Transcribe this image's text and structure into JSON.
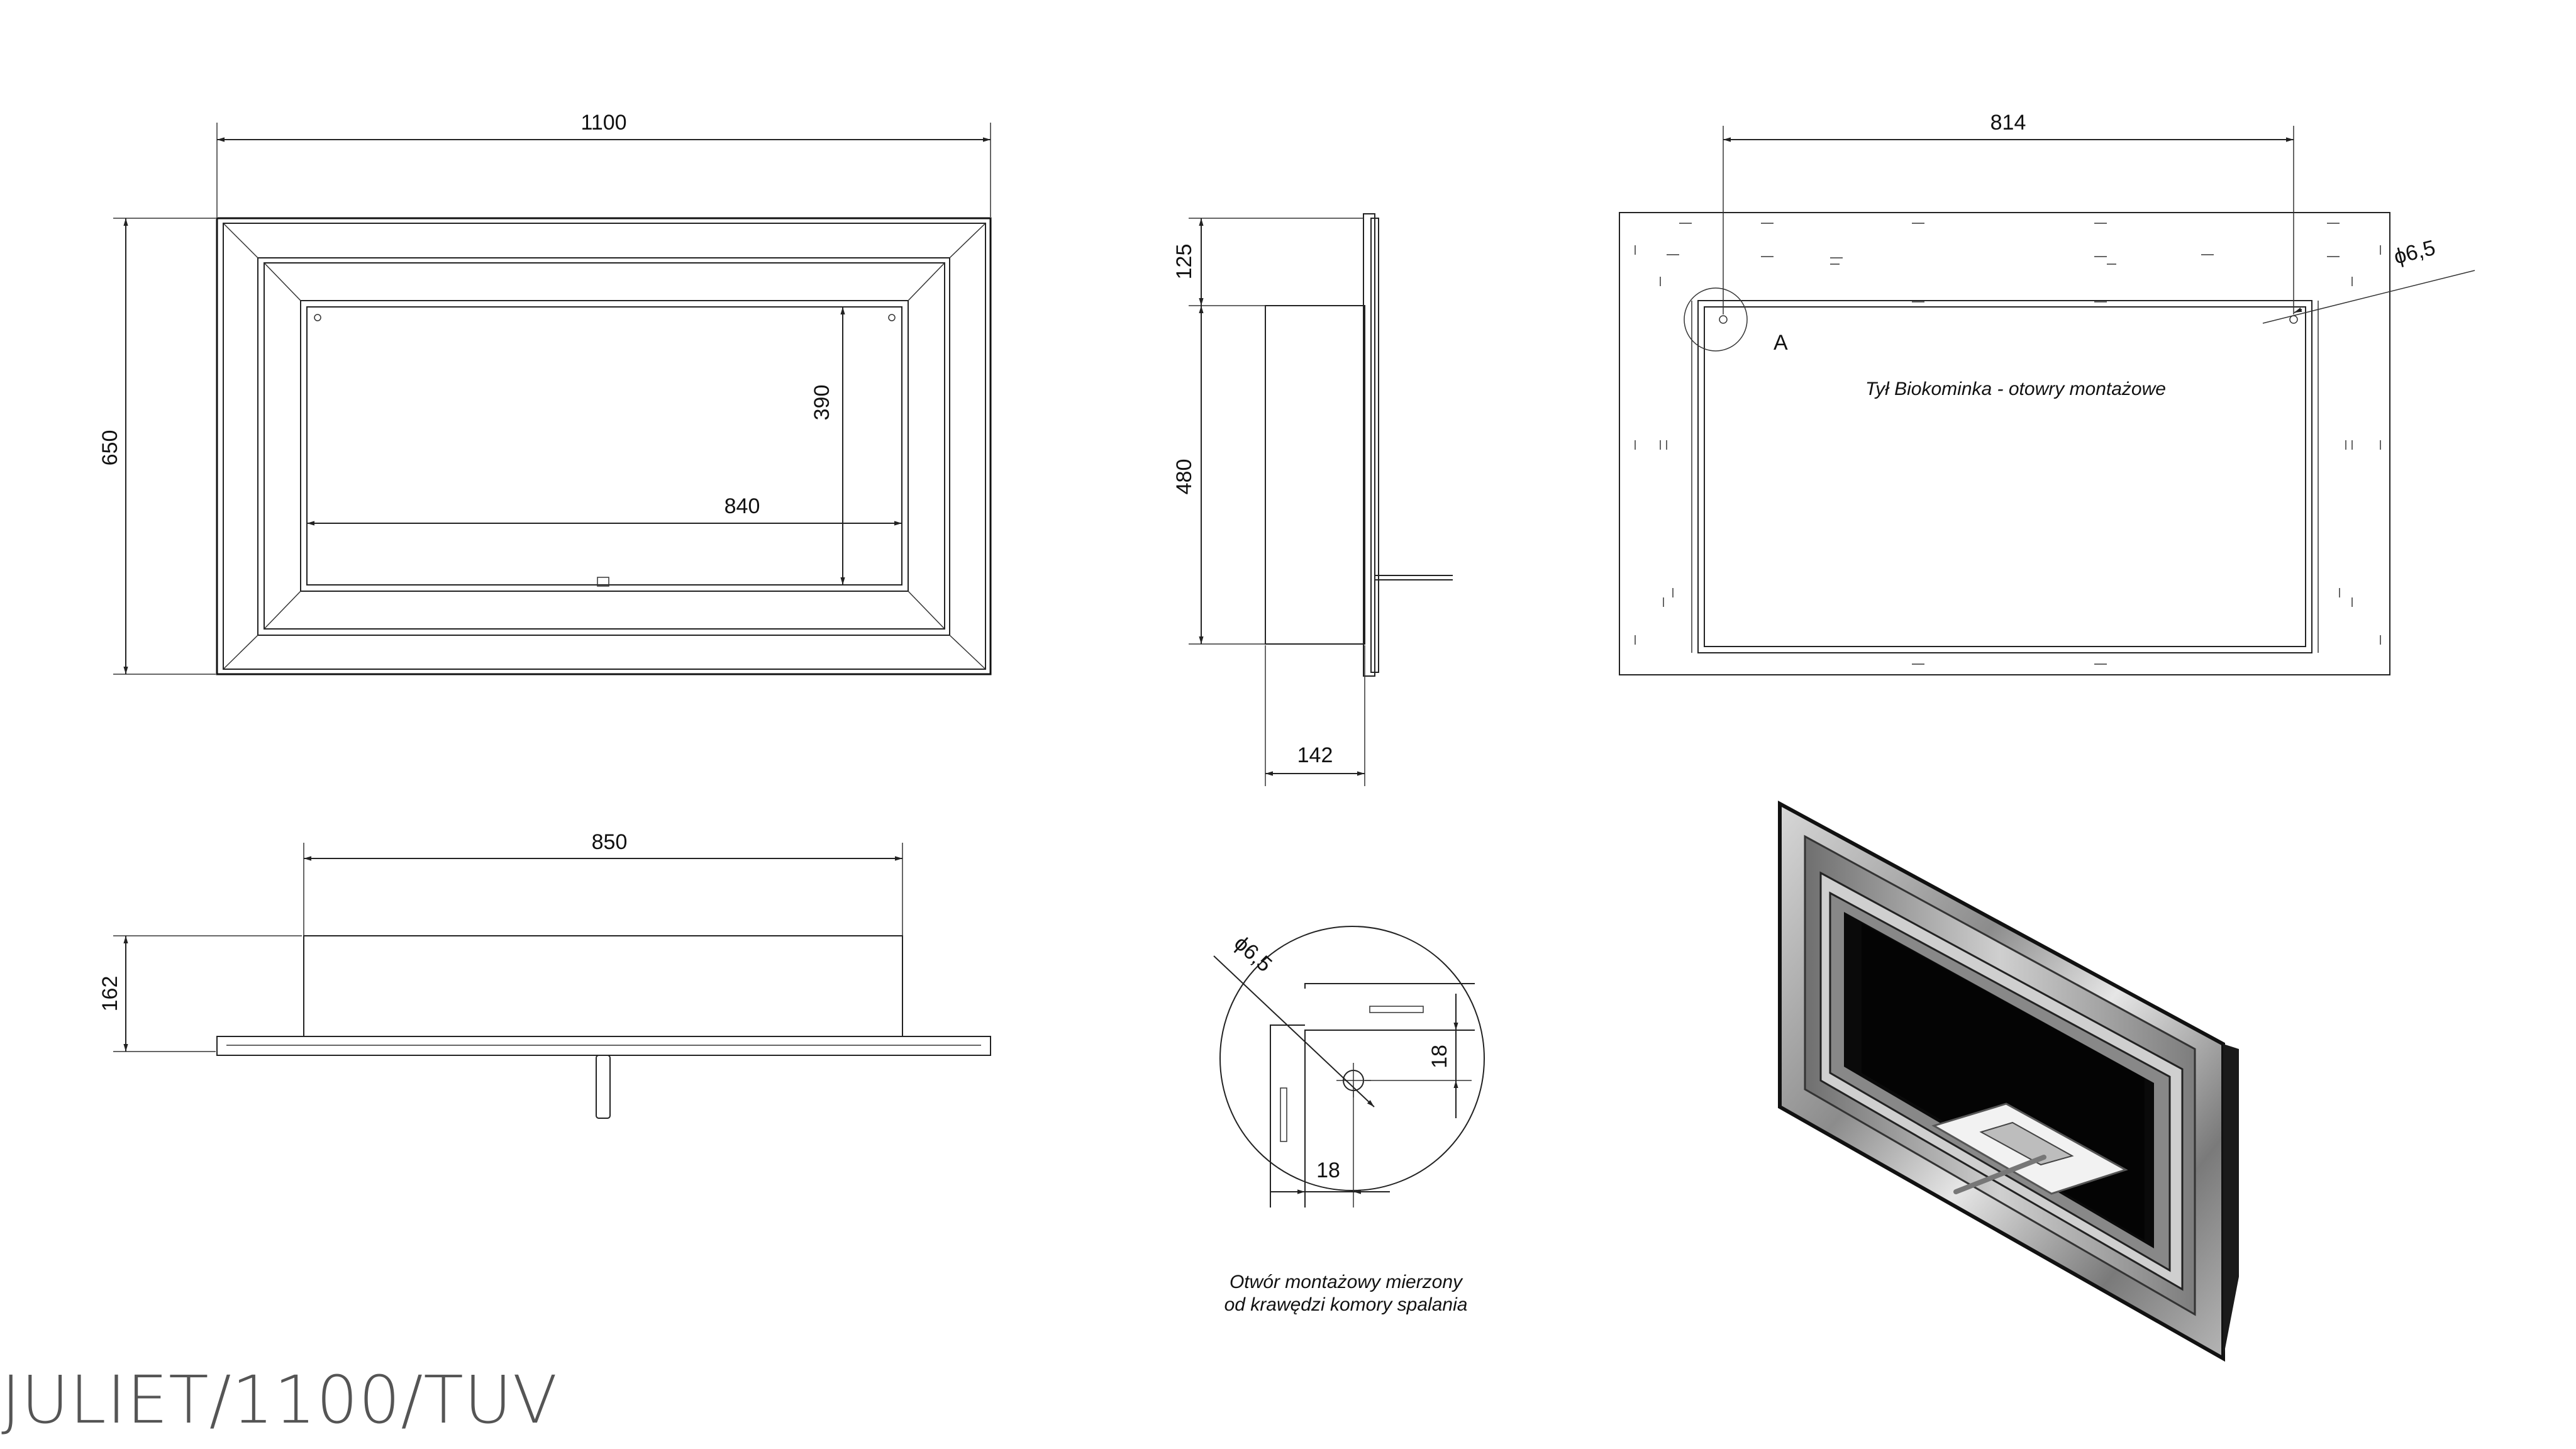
{
  "title": "JULIET/1100/TUV",
  "front_view": {
    "width_label": "1100",
    "height_label": "650",
    "inner_height_label": "390",
    "inner_width_label": "840"
  },
  "side_view": {
    "top_label": "125",
    "body_label": "480",
    "depth_label": "142"
  },
  "back_view": {
    "hole_spacing_label": "814",
    "hole_diameter_label": "ϕ6,5",
    "detail_marker": "A",
    "caption": "Tył Biokominka - otowry montażowe"
  },
  "top_view": {
    "width_label": "850",
    "depth_label": "162"
  },
  "detail_view": {
    "hole_diameter_label": "ϕ6,5",
    "offset_vertical_label": "18",
    "offset_horizontal_label": "18",
    "caption_line1": "Otwór montażowy mierzony",
    "caption_line2": "od  krawędzi komory spalania"
  },
  "colors": {
    "line": "#222222",
    "glass": "#0a0a0a",
    "frame_steel": "#9a9a9a",
    "title_gray": "#555555"
  }
}
